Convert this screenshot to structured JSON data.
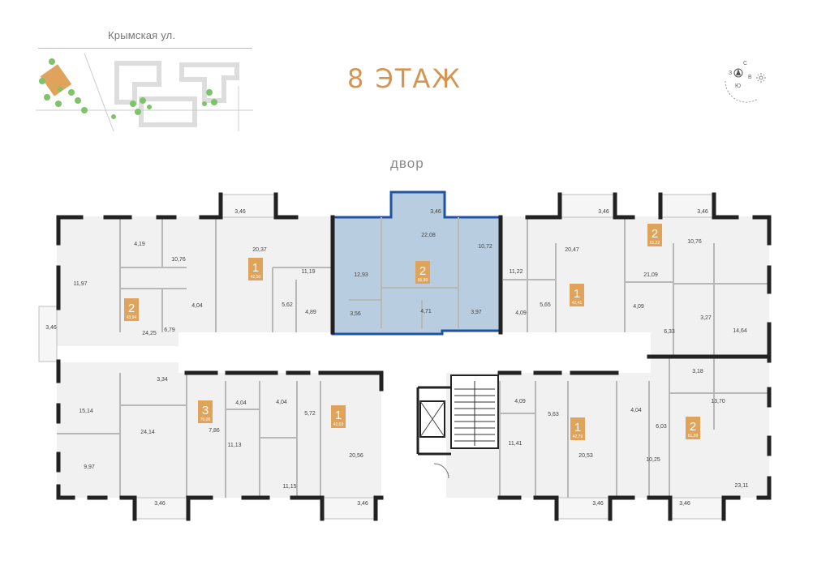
{
  "street": "Крымская ул.",
  "floor_title": "8 ЭТАЖ",
  "courtyard": "двор",
  "compass": {
    "n": "С",
    "w": "З",
    "e": "В",
    "s": "Ю"
  },
  "colors": {
    "accent": "#e0a35c",
    "title": "#d49552",
    "selected_fill": "#b9cde0",
    "selected_stroke": "#1f55a0",
    "room_fill": "#efefef",
    "wall": "#222222"
  },
  "areas": [
    {
      "v": "3,46"
    },
    {
      "v": "3,46"
    },
    {
      "v": "3,46"
    },
    {
      "v": "3,46"
    },
    {
      "v": "4,19"
    },
    {
      "v": "10,76"
    },
    {
      "v": "11,97"
    },
    {
      "v": "4,04"
    },
    {
      "v": "6,79"
    },
    {
      "v": "24,25"
    },
    {
      "v": "3,46"
    },
    {
      "v": "20,37"
    },
    {
      "v": "11,19"
    },
    {
      "v": "5,62"
    },
    {
      "v": "4,89"
    },
    {
      "v": "22,08"
    },
    {
      "v": "10,72"
    },
    {
      "v": "12,93"
    },
    {
      "v": "3,56"
    },
    {
      "v": "4,71"
    },
    {
      "v": "3,97"
    },
    {
      "v": "11,22"
    },
    {
      "v": "4,09"
    },
    {
      "v": "20,47"
    },
    {
      "v": "5,65"
    },
    {
      "v": "10,76"
    },
    {
      "v": "21,09"
    },
    {
      "v": "4,09"
    },
    {
      "v": "6,33"
    },
    {
      "v": "3,27"
    },
    {
      "v": "14,64"
    },
    {
      "v": "3,34"
    },
    {
      "v": "15,14"
    },
    {
      "v": "24,14"
    },
    {
      "v": "7,86"
    },
    {
      "v": "9,97"
    },
    {
      "v": "3,46"
    },
    {
      "v": "4,04"
    },
    {
      "v": "11,13"
    },
    {
      "v": "4,04"
    },
    {
      "v": "5,72"
    },
    {
      "v": "11,15"
    },
    {
      "v": "20,56"
    },
    {
      "v": "3,46"
    },
    {
      "v": "4,09"
    },
    {
      "v": "5,63"
    },
    {
      "v": "11,41"
    },
    {
      "v": "20,53"
    },
    {
      "v": "3,46"
    },
    {
      "v": "4,04"
    },
    {
      "v": "6,03"
    },
    {
      "v": "10,25"
    },
    {
      "v": "3,18"
    },
    {
      "v": "13,70"
    },
    {
      "v": "23,11"
    },
    {
      "v": "3,46"
    }
  ],
  "badges": [
    {
      "rooms": "2",
      "area": "43,94"
    },
    {
      "rooms": "1",
      "area": "42,50"
    },
    {
      "rooms": "2",
      "area": "55,90"
    },
    {
      "rooms": "1",
      "area": "42,41"
    },
    {
      "rooms": "2",
      "area": "61,22"
    },
    {
      "rooms": "3",
      "area": "76,06"
    },
    {
      "rooms": "1",
      "area": "42,03"
    },
    {
      "rooms": "1",
      "area": "42,79"
    },
    {
      "rooms": "2",
      "area": "61,59"
    }
  ]
}
